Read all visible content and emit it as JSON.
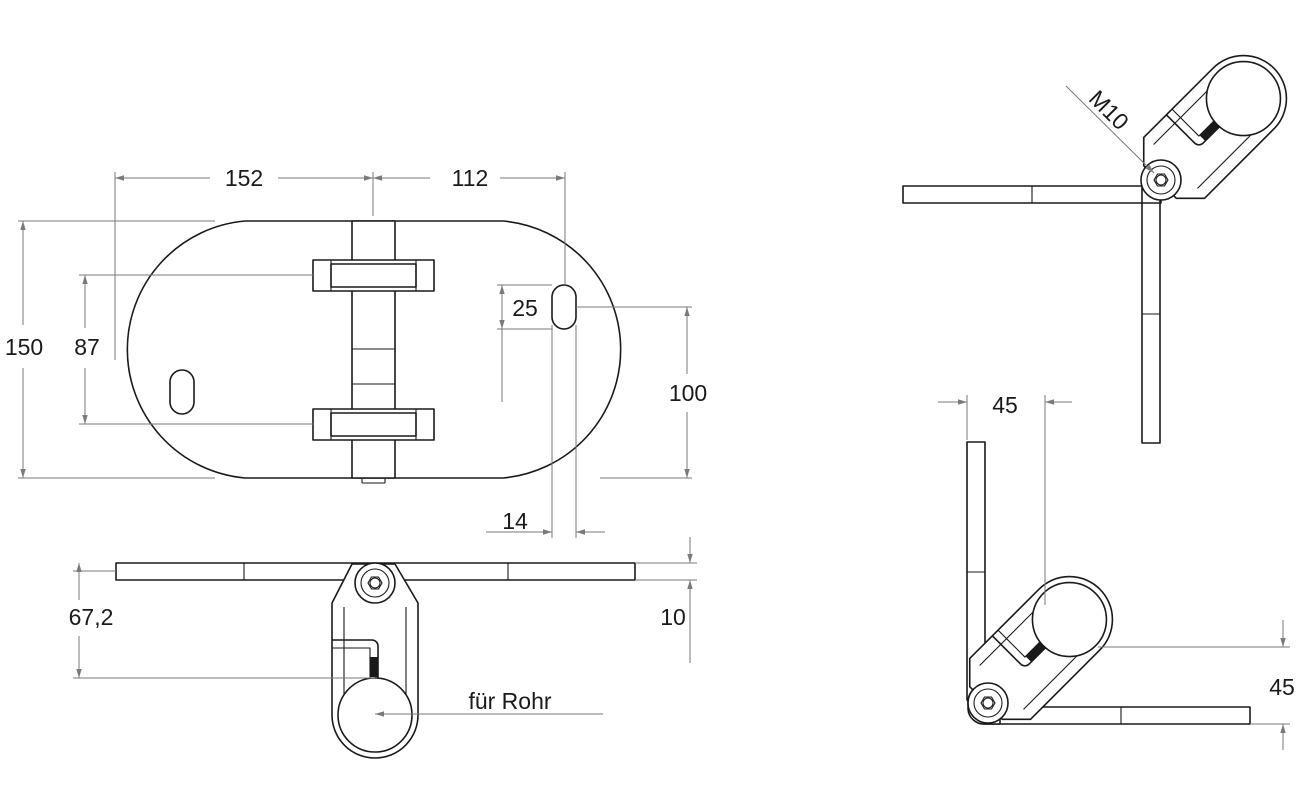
{
  "dimensions": {
    "top_width_left": "152",
    "top_width_right": "112",
    "overall_height": "150",
    "clamp_spacing": "87",
    "slot_length": "25",
    "slot_offset_height": "100",
    "slot_width": "14",
    "side_height": "67,2",
    "plate_thickness": "10",
    "tube_label": "für Rohr",
    "bolt_size": "M10",
    "lower_right_horizontal": "45",
    "lower_right_vertical": "45"
  }
}
